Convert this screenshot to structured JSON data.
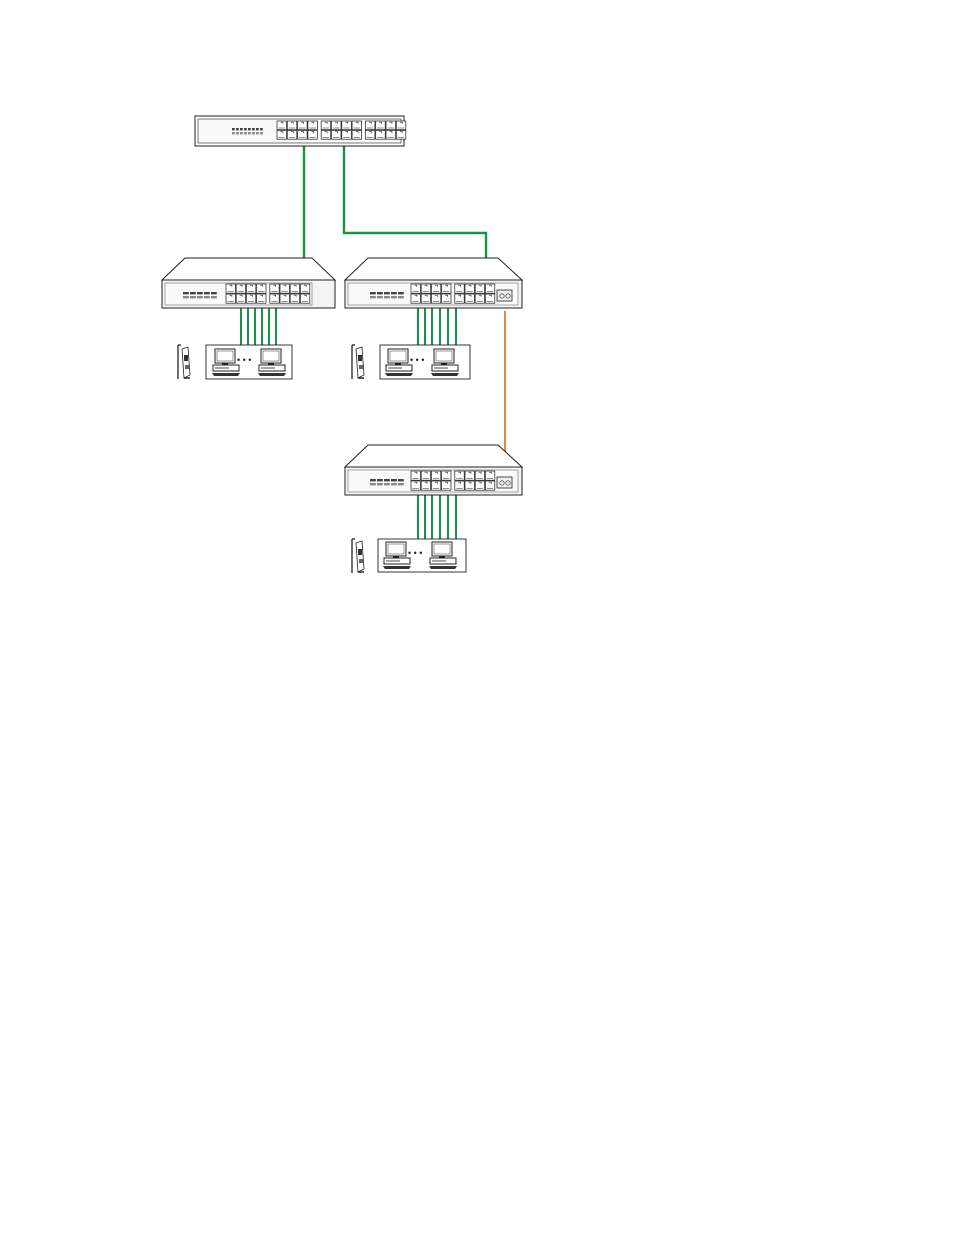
{
  "diagram": {
    "colors": {
      "copper_link": "#169447",
      "fiber_link": "#de7b27",
      "device_stroke": "#222222",
      "device_face": "#f4f4f4",
      "device_top": "#ffffff"
    },
    "icons": {
      "switch": "network-switch-icon",
      "nic": "network-card-icon",
      "pc": "desktop-computer-icon"
    },
    "backbone_switch": {
      "label": ""
    },
    "switches": [
      {
        "id": "left-switch",
        "label": ""
      },
      {
        "id": "mid-switch",
        "label": ""
      },
      {
        "id": "lower-switch",
        "label": ""
      }
    ],
    "workgroups": [
      {
        "id": "left-workgroup",
        "ellipsis": "• • •"
      },
      {
        "id": "mid-workgroup",
        "ellipsis": "• • •"
      },
      {
        "id": "lower-workgroup",
        "ellipsis": "• • •"
      }
    ]
  }
}
